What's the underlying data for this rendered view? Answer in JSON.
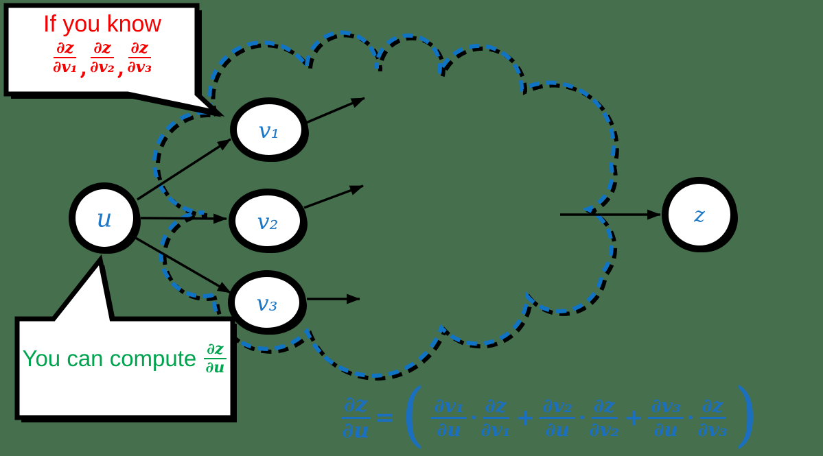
{
  "colors": {
    "background": "#46704D",
    "cloud_dash_blue": "#1173C4",
    "outline_black": "#000000",
    "node_fill": "#FFFFFF",
    "node_label_blue": "#1E78C8",
    "formula_blue": "#1B6FC0",
    "bubble_top_red": "#F40000",
    "bubble_bottom_green": "#00A44F",
    "bubble_fill": "#FFFFFF"
  },
  "bubble_top": {
    "title": "If you know",
    "separator": ",",
    "fracs": [
      {
        "num": "∂z",
        "den": "∂v₁"
      },
      {
        "num": "∂z",
        "den": "∂v₂"
      },
      {
        "num": "∂z",
        "den": "∂v₃"
      }
    ]
  },
  "bubble_bottom": {
    "text": "You can compute",
    "frac": {
      "num": "∂z",
      "den": "∂u"
    }
  },
  "nodes": [
    {
      "id": "u",
      "label": "u"
    },
    {
      "id": "v1",
      "label": "v₁"
    },
    {
      "id": "v2",
      "label": "v₂"
    },
    {
      "id": "v3",
      "label": "v₃"
    },
    {
      "id": "z",
      "label": "z"
    }
  ],
  "formula": {
    "lhs": {
      "num": "∂z",
      "den": "∂u"
    },
    "equals": "=",
    "open": "(",
    "close": ")",
    "plus": "+",
    "dot": "·",
    "terms": [
      {
        "left": {
          "num": "∂v₁",
          "den": "∂u"
        },
        "right": {
          "num": "∂z",
          "den": "∂v₁"
        }
      },
      {
        "left": {
          "num": "∂v₂",
          "den": "∂u"
        },
        "right": {
          "num": "∂z",
          "den": "∂v₂"
        }
      },
      {
        "left": {
          "num": "∂v₃",
          "den": "∂u"
        },
        "right": {
          "num": "∂z",
          "den": "∂v₃"
        }
      }
    ]
  }
}
